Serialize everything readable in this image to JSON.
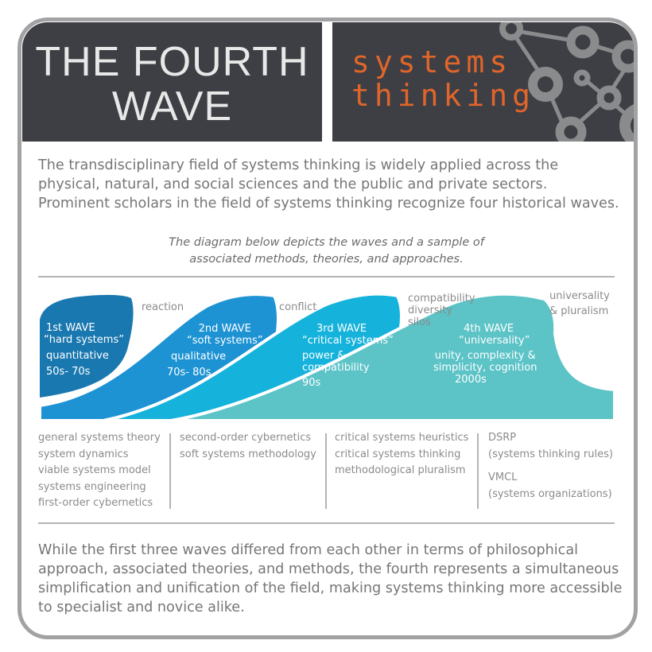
{
  "header": {
    "title_line1": "THE FOURTH",
    "title_line2": "WAVE",
    "subtitle_line1": "systems",
    "subtitle_line2": "thinking"
  },
  "intro": "The transdisciplinary field of systems thinking is widely applied across the physical, natural, and social sciences and the public and private sectors. Prominent scholars in the field of systems thinking recognize four historical waves.",
  "caption_line1": "The diagram below depicts the waves and a sample of",
  "caption_line2": "associated methods, theories, and approaches.",
  "waves": [
    {
      "name": "1st WAVE",
      "tag": "“hard systems”",
      "desc": "quantitative",
      "era": "50s- 70s",
      "color": "#1a78b0"
    },
    {
      "name": "2nd WAVE",
      "tag": "“soft systems”",
      "desc": "qualitative",
      "era": "70s- 80s",
      "color": "#1d93d4"
    },
    {
      "name": "3rd WAVE",
      "tag": "“critical systems”",
      "desc_line1": "power &",
      "desc_line2": "compatibility",
      "era": "90s",
      "color": "#15b2dc"
    },
    {
      "name": "4th WAVE",
      "tag": "“universality”",
      "desc_line1": "unity, complexity &",
      "desc_line2": "simplicity, cognition",
      "era": "2000s",
      "color": "#5cc3c7"
    }
  ],
  "transitions": {
    "t1": "reaction",
    "t2": "conflict",
    "t3_line1": "compatibility",
    "t3_line2": "diversity",
    "t3_line3": "silos",
    "t4_line1": "universality",
    "t4_line2": "& pluralism"
  },
  "methods": [
    [
      "general systems theory",
      "system dynamics",
      "viable systems model",
      "systems engineering",
      "first-order cybernetics"
    ],
    [
      "second-order cybernetics",
      "soft systems methodology"
    ],
    [
      "critical systems heuristics",
      "critical systems thinking",
      "methodological pluralism"
    ],
    [
      "DSRP",
      "(systems thinking rules)",
      "VMCL",
      "(systems organizations)"
    ]
  ],
  "outro": "While the first three waves differed from each other in terms of philosophical approach, associated theories, and methods, the fourth represents a simultaneous simplification and unification of the field, making systems thinking more accessible to specialist and novice alike."
}
